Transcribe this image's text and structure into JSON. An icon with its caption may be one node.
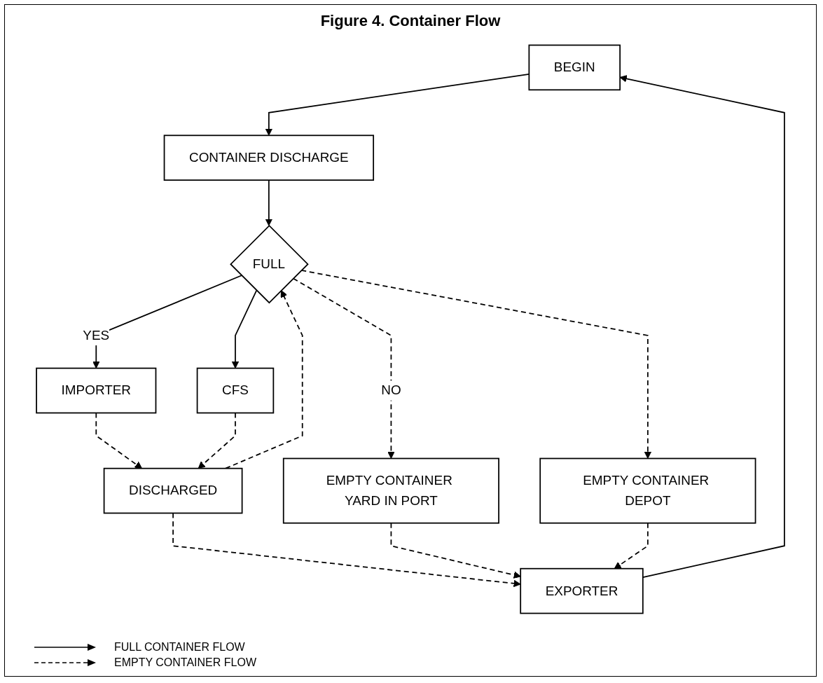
{
  "diagram": {
    "title": "Figure 4. Container Flow",
    "nodes": [
      {
        "text": [
          "BEGIN"
        ]
      },
      {
        "text": [
          "CONTAINER DISCHARGE"
        ]
      },
      {
        "text": [
          "FULL"
        ]
      },
      {
        "text": [
          "IMPORTER"
        ]
      },
      {
        "text": [
          "CFS"
        ]
      },
      {
        "text": [
          "DISCHARGED"
        ]
      },
      {
        "text": [
          "EMPTY CONTAINER YARD IN PORT"
        ]
      },
      {
        "text": [
          "EMPTY CONTAINER DEPOT"
        ]
      },
      {
        "text": [
          "EXPORTER"
        ]
      }
    ],
    "edges": [
      {
        "from": 0,
        "to": 1,
        "arrow": "to"
      },
      {
        "from": 1,
        "to": 2,
        "arrow": "to"
      },
      {
        "from": 2,
        "to": 3,
        "arrow": "to",
        "label": "YES"
      },
      {
        "from": 2,
        "to": 4,
        "arrow": "to"
      },
      {
        "from": 2,
        "to": 6,
        "arrow": "to",
        "label": "NO",
        "style": "dashed"
      },
      {
        "from": 2,
        "to": 7,
        "arrow": "to",
        "style": "dashed"
      },
      {
        "from": 3,
        "to": 5,
        "arrow": "to",
        "style": "dashed"
      },
      {
        "from": 4,
        "to": 5,
        "arrow": "to",
        "style": "dashed"
      },
      {
        "from": 5,
        "to": 8,
        "arrow": "to",
        "style": "dashed"
      },
      {
        "from": 5,
        "to": 2,
        "arrow": "to",
        "style": "dashed"
      },
      {
        "from": 6,
        "to": 8,
        "arrow": "to",
        "style": "dashed"
      },
      {
        "from": 7,
        "to": 8,
        "arrow": "to",
        "style": "dashed"
      },
      {
        "from": 8,
        "to": 0,
        "arrow": "to"
      }
    ],
    "legend": [
      {
        "text": "FULL CONTAINER FLOW"
      },
      {
        "text": "EMPTY CONTAINER FLOW"
      }
    ]
  }
}
